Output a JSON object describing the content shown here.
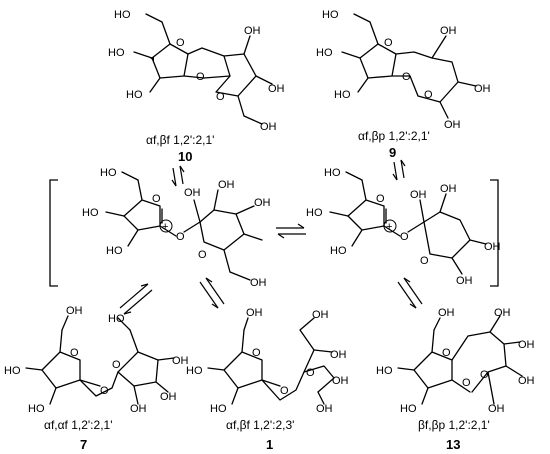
{
  "compounds": {
    "c10": {
      "descriptor": "αf,βf 1,2':2,1'",
      "number": "10"
    },
    "c9": {
      "descriptor": "αf,βp 1,2':2,1'",
      "number": "9"
    },
    "c7": {
      "descriptor": "αf,αf 1,2':2,1'",
      "number": "7"
    },
    "c1": {
      "descriptor": "αf,βf 1,2':2,3'",
      "number": "1"
    },
    "c13": {
      "descriptor": "βf,βp 1,2':2,1'",
      "number": "13"
    }
  },
  "atoms": {
    "oh": "OH",
    "ho": "HO",
    "o": "O",
    "plus": "+"
  }
}
